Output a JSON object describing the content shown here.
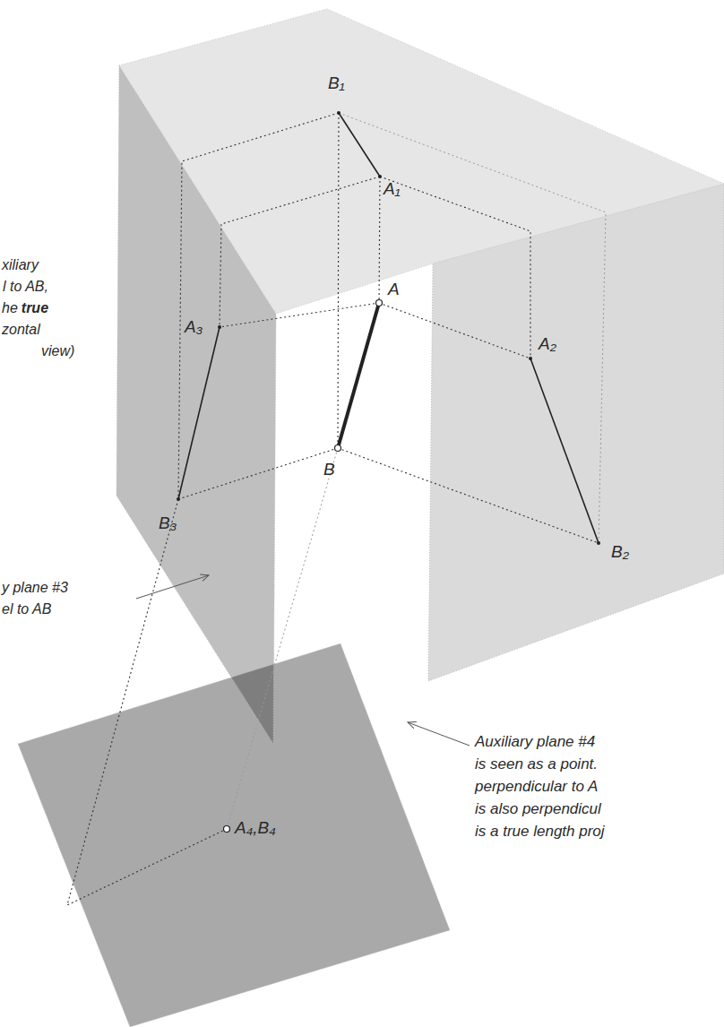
{
  "diagram": {
    "labels": [
      "B₁",
      "A₁",
      "A",
      "A₃",
      "A₂",
      "B",
      "B₃",
      "B₂",
      "A₄,B₄",
      "xiliary",
      "l to AB,",
      "he",
      "true",
      "zontal",
      "view)",
      "y plane #3",
      "el to AB",
      "Auxiliary plane #4",
      "is seen as a point.",
      "perpendicular to A",
      "is also perpendicul",
      "is a true length proj"
    ]
  }
}
